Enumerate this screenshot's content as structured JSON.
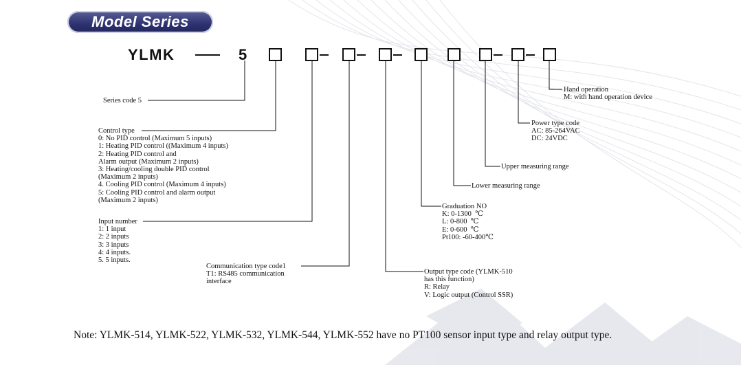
{
  "header": {
    "badge": "Model Series"
  },
  "model_code": {
    "prefix": "YLMK",
    "digit": "5"
  },
  "labels": {
    "series_code": "Series code 5",
    "control_type": "Control type\n0: No PID control (Maximum 5 inputs)\n1: Heating PID control ((Maximum 4 inputs)\n2: Heating PID control and\nAlarm output (Maximum 2 inputs)\n3: Heating/cooling double PID control\n(Maximum 2 inputs)\n4. Cooling PID control (Maximum 4 inputs)\n5: Cooling PID control and alarm output\n(Maximum 2 inputs)",
    "input_number": "Input number\n1: 1 input\n2: 2 inputs\n3: 3 inputs\n4: 4 inputs.\n5. 5 inputs.",
    "communication": "Communication type code1\nT1: RS485 communication\ninterface",
    "output_type": "Output type code (YLMK-510\nhas this function)\nR: Relay\nV: Logic output (Control SSR)",
    "graduation": "Graduation NO\nK: 0-1300  ℃\nL: 0-800  ℃\nE: 0-600  ℃\nPt100: -60-400℃",
    "lower_range": "Lower measuring range",
    "upper_range": "Upper measuring range",
    "power_type": "Power type code\nAC: 85-264VAC\nDC: 24VDC",
    "hand_operation": "Hand operation\nM: with hand operation device"
  },
  "note": "Note: YLMK-514, YLMK-522, YLMK-532, YLMK-544, YLMK-552 have no PT100 sensor input type and relay output type.",
  "colors": {
    "badge_dark": "#2d3170",
    "badge_light": "#5a5f96",
    "line": "#111111",
    "wave": "#c8cad6"
  }
}
